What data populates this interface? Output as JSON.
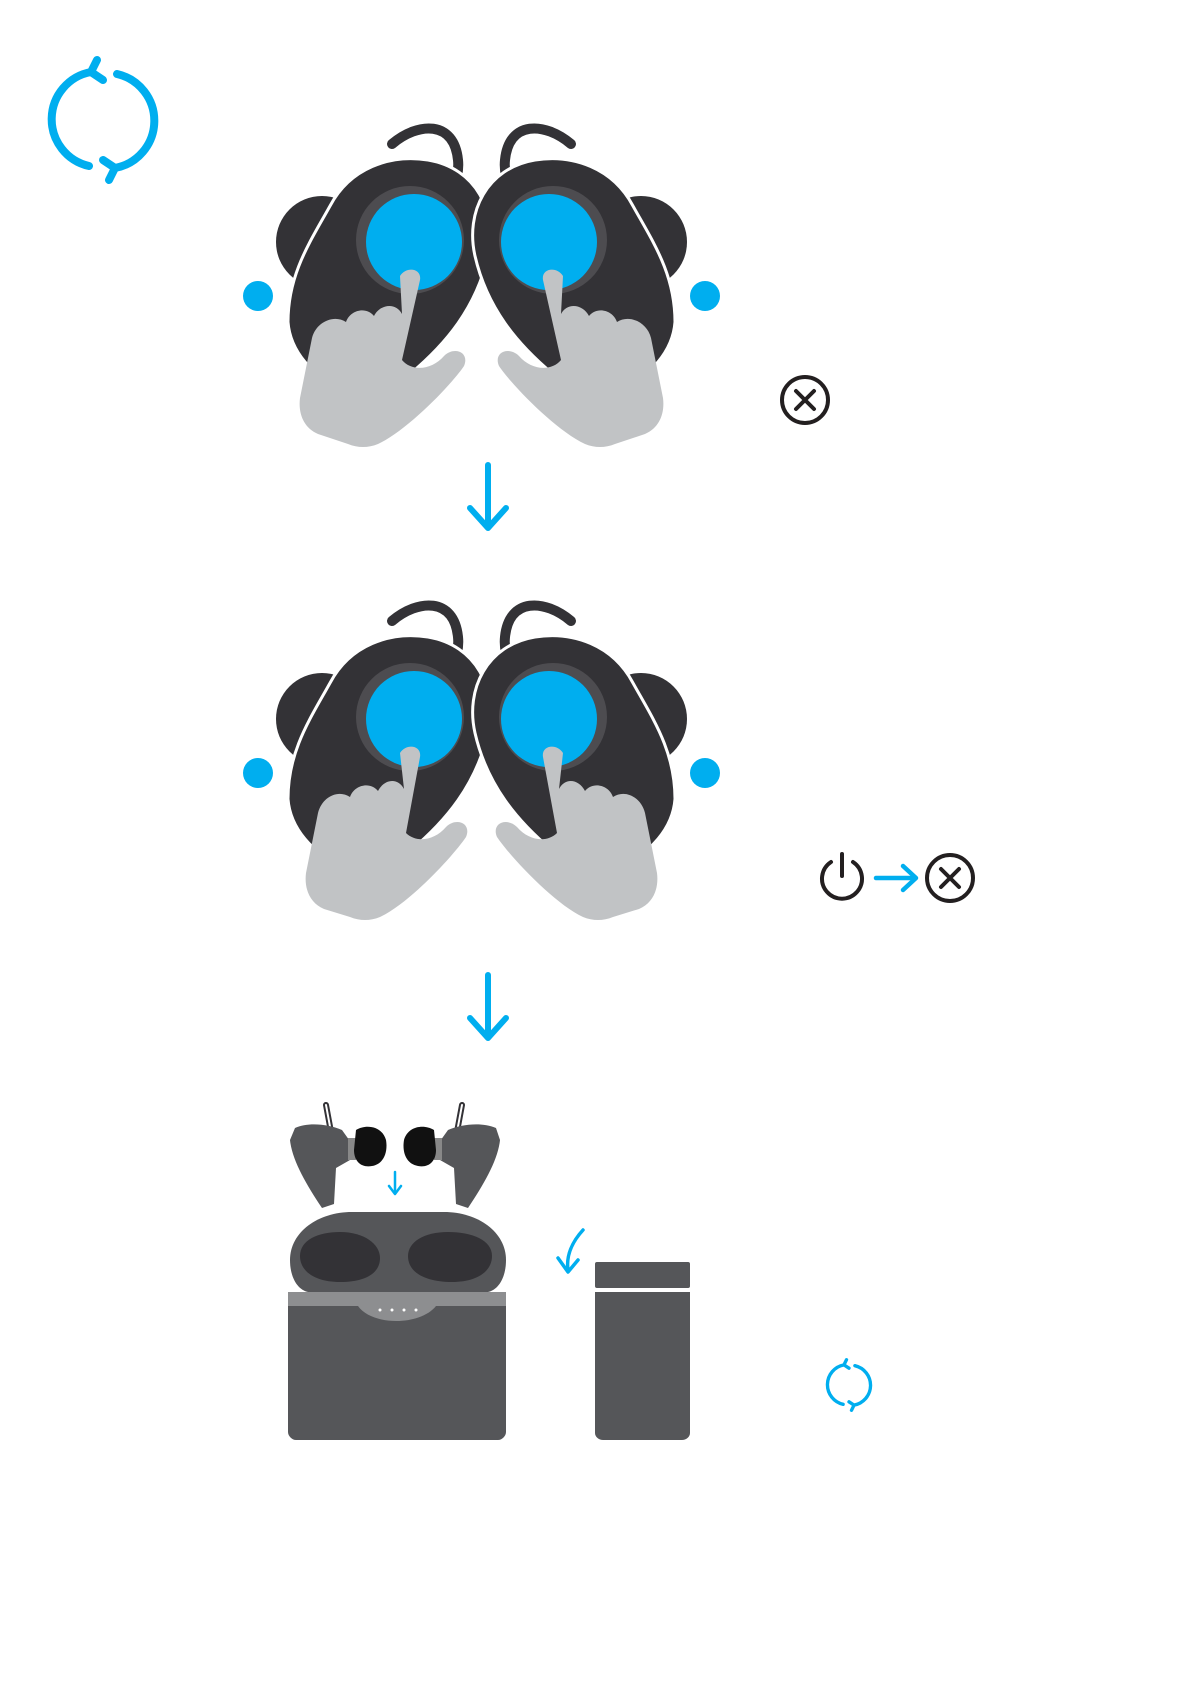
{
  "colors": {
    "accent": "#00aeef",
    "earbud_dark": "#333236",
    "earbud_mid": "#4d4c50",
    "earbud_rim": "#55545a",
    "hand": "#c1c3c5",
    "case": "#555659",
    "case_band": "#8d8e90",
    "tip": "#111111",
    "icon_stroke": "#231f20"
  },
  "icons": {
    "reset_large": "refresh-cycle-icon",
    "reset_small": "refresh-cycle-icon",
    "cancel_step1": "cancel-x-circle-icon",
    "power": "power-icon",
    "cancel_step2": "cancel-x-circle-icon"
  },
  "steps": [
    {
      "action": "press-both-earbud-buttons",
      "indicator_icon": "cancel-x-circle-icon"
    },
    {
      "action": "press-both-earbud-buttons",
      "indicator_icon": "power-to-cancel"
    },
    {
      "action": "place-earbuds-in-charging-case",
      "indicator_icon": "refresh-cycle-icon"
    }
  ]
}
